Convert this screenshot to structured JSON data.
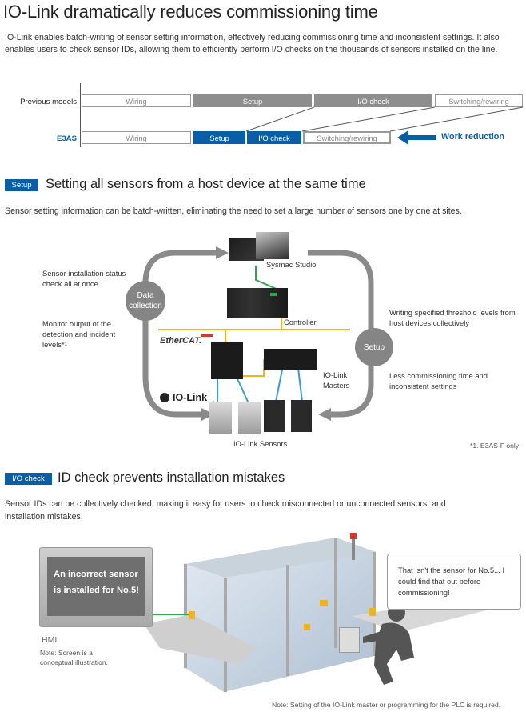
{
  "header": {
    "title": "IO-Link dramatically reduces commissioning time",
    "intro": "IO-Link enables batch-writing of sensor setting information, effectively reducing commissioning time and inconsistent settings. It also enables users to check sensor IDs, allowing them to efficiently perform I/O checks on the thousands of sensors installed on the line."
  },
  "comparison": {
    "previous": {
      "label": "Previous models",
      "segments": [
        "Wiring",
        "Setup",
        "I/O check",
        "Switching/rewiring"
      ]
    },
    "e3as": {
      "label": "E3AS",
      "segments": [
        "Wiring",
        "Setup",
        "I/O check",
        "Switching/rewiring"
      ]
    },
    "reduction_label": "Work reduction"
  },
  "setup_section": {
    "badge": "Setup",
    "title": "Setting all sensors from a host device at the same time",
    "description": "Sensor setting information can be batch-written, eliminating the need to set a large number of sensors one by one at sites.",
    "labels": {
      "install_status": "Sensor installation status check all at once",
      "monitor_output": "Monitor output of the detection and incident levels*¹",
      "writing_threshold": "Writing specified threshold levels from host devices collectively",
      "less_commissioning": "Less commissioning time and inconsistent settings",
      "data_collection": "Data collection",
      "setup_circle": "Setup",
      "sysmac_studio": "Sysmac Studio",
      "controller": "Controller",
      "ethercat": "EtherCAT.",
      "iolink_masters": "IO-Link Masters",
      "iolink_logo": "IO-Link",
      "iolink_sensors": "IO-Link Sensors"
    },
    "footnote": "*1. E3AS-F only"
  },
  "iocheck_section": {
    "badge": "I/O check",
    "title": "ID check prevents installation mistakes",
    "description": "Sensor IDs can be collectively checked, making it easy for users to check misconnected or unconnected sensors, and installation mistakes.",
    "hmi_screen": "An incorrect sensor is installed for No.5!",
    "hmi_label": "HMI",
    "hmi_note": "Note: Screen is a conceptual illustration.",
    "speech": "That isn't the sensor for No.5... I could find that out before commissioning!",
    "bottom_note": "Note: Setting of the IO-Link master or programming for the PLC is required."
  },
  "colors": {
    "brand_blue": "#0a5ea6",
    "gray": "#858585",
    "yellow_line": "#f2b21c",
    "green_line": "#2ea84a"
  }
}
